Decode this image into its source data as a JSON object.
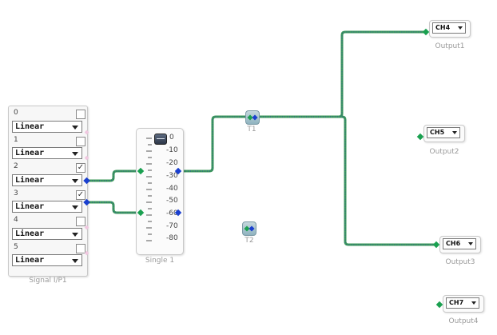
{
  "signal_input": {
    "label": "Signal I/P1",
    "channels": [
      {
        "number": "0",
        "checked": false,
        "mode": "Linear"
      },
      {
        "number": "1",
        "checked": false,
        "mode": "Linear"
      },
      {
        "number": "2",
        "checked": true,
        "mode": "Linear"
      },
      {
        "number": "3",
        "checked": true,
        "mode": "Linear"
      },
      {
        "number": "4",
        "checked": false,
        "mode": "Linear"
      },
      {
        "number": "5",
        "checked": false,
        "mode": "Linear"
      }
    ]
  },
  "slider": {
    "label": "Single 1",
    "scale": [
      "0",
      "-10",
      "-20",
      "-30",
      "-40",
      "-50",
      "-60",
      "-70",
      "-80"
    ]
  },
  "nodes": {
    "t1_label": "T1",
    "t2_label": "T2"
  },
  "outputs": [
    {
      "channel": "CH4",
      "label": "Output1"
    },
    {
      "channel": "CH5",
      "label": "Output2"
    },
    {
      "channel": "CH6",
      "label": "Output3"
    },
    {
      "channel": "CH7",
      "label": "Output4"
    }
  ],
  "colors": {
    "wire": "#3d9a5a",
    "wire_dots": "#2a4fa0",
    "port_green": "#1aa050",
    "port_blue": "#1a3fcf"
  }
}
